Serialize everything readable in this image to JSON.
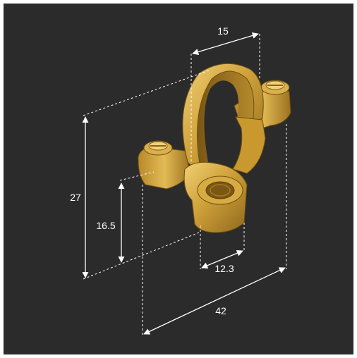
{
  "colors": {
    "background": "#2b2b2b",
    "frame": "#ffffff",
    "dimension_lines": "#ffffff",
    "brass_light": "#e6c25a",
    "brass_mid": "#c99a2f",
    "brass_dark": "#8a6418"
  },
  "dimensions": {
    "top_width": "15",
    "height_total": "27",
    "height_center": "16.5",
    "thread_diameter": "12.3",
    "overall_length": "42"
  }
}
